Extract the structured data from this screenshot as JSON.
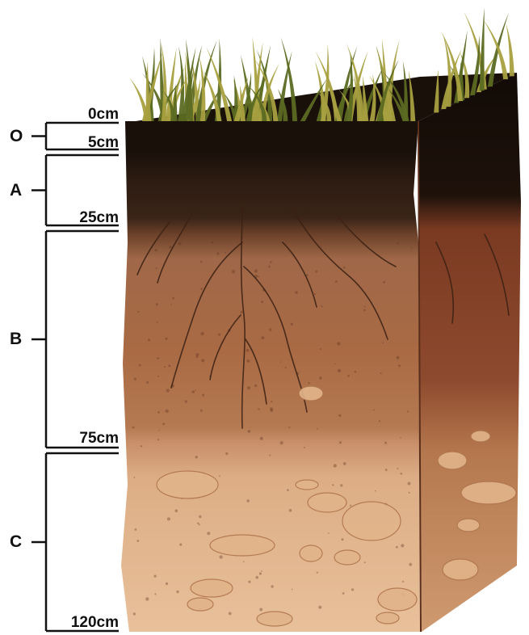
{
  "diagram": {
    "horizons": [
      {
        "key": "O",
        "label": "O",
        "top_cm": 0,
        "bottom_cm": 5,
        "color": "#1e120b"
      },
      {
        "key": "A",
        "label": "A",
        "top_cm": 5,
        "bottom_cm": 25,
        "color": "#3a2418"
      },
      {
        "key": "B",
        "label": "B",
        "top_cm": 25,
        "bottom_cm": 75,
        "color": "#a96a44"
      },
      {
        "key": "C",
        "label": "C",
        "top_cm": 75,
        "bottom_cm": 120,
        "color": "#ddae86"
      }
    ],
    "depth_marks": [
      {
        "key": "d0",
        "label": "0cm",
        "value_cm": 0
      },
      {
        "key": "d5",
        "label": "5cm",
        "value_cm": 5
      },
      {
        "key": "d25",
        "label": "25cm",
        "value_cm": 25
      },
      {
        "key": "d75",
        "label": "75cm",
        "value_cm": 75
      },
      {
        "key": "d120",
        "label": "120cm",
        "value_cm": 120
      }
    ],
    "colors": {
      "grass": "#a8a040",
      "grass_dark": "#5b6a22",
      "litter": "#1a100a",
      "topsoil": "#3a2418",
      "subsoil": "#a96a44",
      "subsoil_red": "#9a4a2c",
      "parent_material": "#ddae86",
      "pebble": "#e2b48a",
      "root": "#3a2013",
      "side_face": "#7a3a22",
      "ink": "#111111"
    }
  }
}
